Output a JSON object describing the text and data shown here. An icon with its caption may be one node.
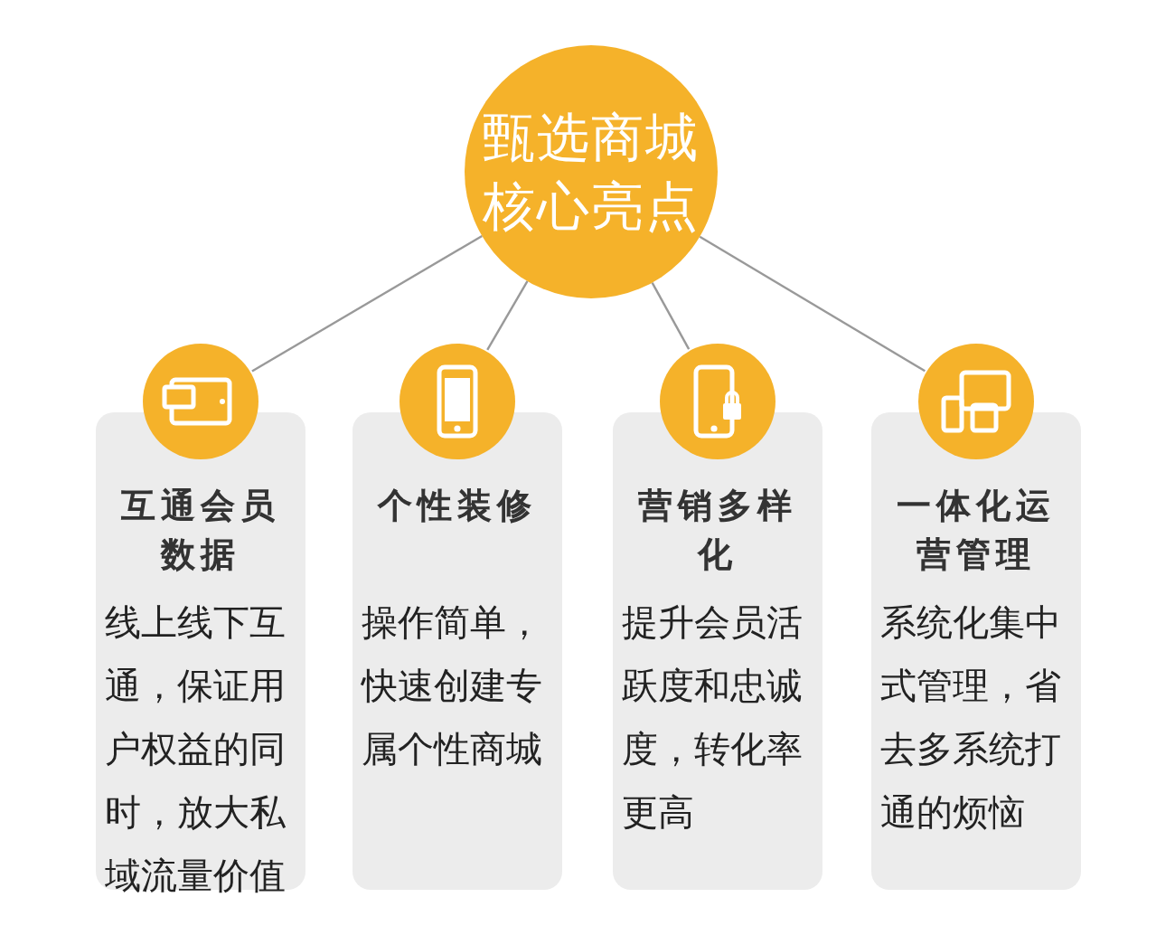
{
  "diagram": {
    "nodes": [
      {
        "text": [
          "甄选商城核心亮点"
        ]
      },
      {
        "text": [
          "互通会员数据",
          "线上线下互通，保证用户权益的同时，放大私域流量价值"
        ]
      },
      {
        "text": [
          "个性装修",
          "操作简单，快速创建专属个性商城"
        ]
      },
      {
        "text": [
          "营销多样化",
          "提升会员活跃度和忠诚度，转化率更高"
        ]
      },
      {
        "text": [
          "一体化运营管理",
          "系统化集中式管理，省去多系统打通的烦恼"
        ]
      }
    ],
    "edges": [
      {
        "from": 0,
        "to": 1,
        "arrow": "none"
      },
      {
        "from": 0,
        "to": 2,
        "arrow": "none"
      },
      {
        "from": 0,
        "to": 3,
        "arrow": "none"
      },
      {
        "from": 0,
        "to": 4,
        "arrow": "none"
      }
    ]
  }
}
